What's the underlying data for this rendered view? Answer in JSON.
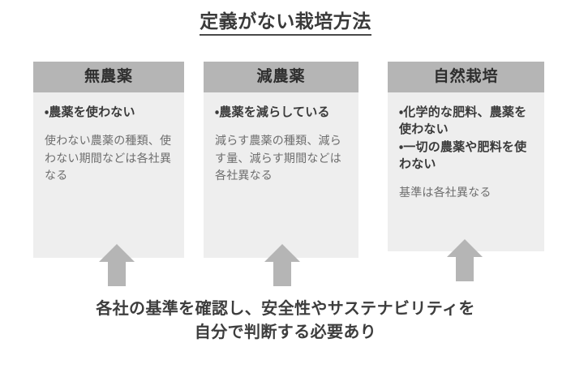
{
  "page": {
    "title": "定義がない栽培方法",
    "background_color": "#ffffff"
  },
  "theme": {
    "header_band_color": "#b5b5b5",
    "card_body_color": "#eeeeee",
    "arrow_color": "#b5b5b5",
    "primary_text_color": "#3a3a3a",
    "secondary_text_color": "#6e6e6e"
  },
  "cards": [
    {
      "header": "無農薬",
      "bullets": [
        "・農薬を使わない"
      ],
      "note": "使わない農薬の種類、使わない期間などは各社異なる"
    },
    {
      "header": "減農薬",
      "bullets": [
        "・農薬を減らしている"
      ],
      "note": "減らす農薬の種類、減らす量、減らす期間などは各社異なる"
    },
    {
      "header": "自然栽培",
      "bullets": [
        "・化学的な肥料、農薬を使わない",
        "・一切の農薬や肥料を使わない"
      ],
      "note": "基準は各社異なる"
    }
  ],
  "arrows": [
    {
      "name": "up-arrow-1",
      "direction": "up"
    },
    {
      "name": "up-arrow-2",
      "direction": "up"
    },
    {
      "name": "up-arrow-3",
      "direction": "up"
    }
  ],
  "conclusion": {
    "line1": "各社の基準を確認し、安全性やサステナビリティを",
    "line2": "自分で判断する必要あり"
  }
}
